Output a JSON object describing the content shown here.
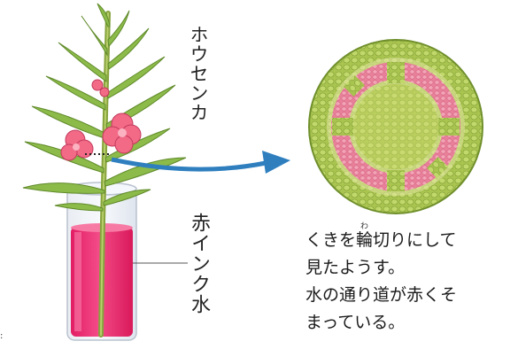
{
  "labels": {
    "plant_name": "ホウセンカ",
    "ink": "赤インク水"
  },
  "caption": {
    "line1_before": "くきを",
    "line1_ruby_base": "輪",
    "line1_ruby_text": "わ",
    "line1_after": "切りにして",
    "line2": "見たようす。",
    "line3": "水の通り道が赤くそ",
    "line4": "まっている。"
  },
  "colors": {
    "ink": "#ef2c74",
    "arrow": "#2f7fbf",
    "leaf": "#8dbb4a",
    "flower": "#f26a86",
    "section_fill": "#a9c44f",
    "vessel_ring": "#f08aa2"
  }
}
